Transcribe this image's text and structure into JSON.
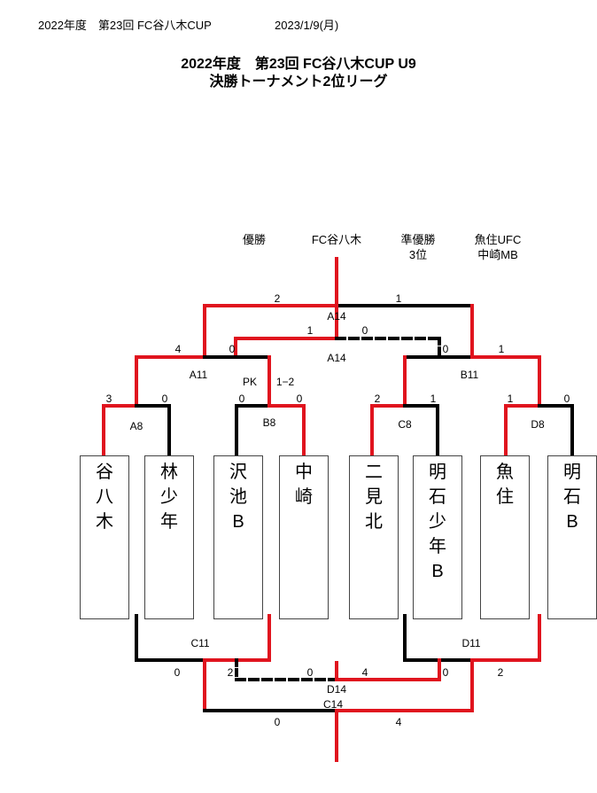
{
  "header": {
    "left": "2022年度　第23回 FC谷八木CUP",
    "date": "2023/1/9(月)"
  },
  "title": {
    "line1": "2022年度　第23回 FC谷八木CUP U9",
    "line2": "決勝トーナメント2位リーグ"
  },
  "results": {
    "winner_label": "優勝",
    "winner": "FC谷八木",
    "runner_label": "準優勝",
    "third_label": "3位",
    "runner": "魚住UFC",
    "third": "中崎MB"
  },
  "teams": [
    {
      "id": "t1",
      "chars": [
        "谷",
        "八",
        "木"
      ]
    },
    {
      "id": "t2",
      "chars": [
        "林",
        "少",
        "年"
      ]
    },
    {
      "id": "t3",
      "chars": [
        "沢",
        "池",
        "B"
      ]
    },
    {
      "id": "t4",
      "chars": [
        "中",
        "崎"
      ]
    },
    {
      "id": "t5",
      "chars": [
        "二",
        "見",
        "北"
      ]
    },
    {
      "id": "t6",
      "chars": [
        "明",
        "石",
        "少",
        "年",
        "B"
      ]
    },
    {
      "id": "t7",
      "chars": [
        "魚",
        "住"
      ]
    },
    {
      "id": "t8",
      "chars": [
        "明",
        "石",
        "B"
      ]
    }
  ],
  "matches": {
    "A14": "A14",
    "A14b": "A14",
    "A11": "A11",
    "B11": "B11",
    "A8": "A8",
    "B8": "B8",
    "C8": "C8",
    "D8": "D8",
    "C11": "C11",
    "D11": "D11",
    "D14": "D14",
    "C14": "C14"
  },
  "pk": {
    "label": "PK",
    "score": "1−2"
  },
  "scores": {
    "final_l": "2",
    "final_r": "1",
    "semi_l": "1",
    "semi_r": "0",
    "a11_l": "4",
    "a11_r": "0",
    "b11_l": "0",
    "b11_r": "1",
    "a8_l": "3",
    "a8_r": "0",
    "b8_l": "0",
    "b8_r": "0",
    "c8_l": "2",
    "c8_r": "1",
    "d8_l": "1",
    "d8_r": "0",
    "c11_l": "0",
    "c11_r": "2",
    "d14_l": "0",
    "d14_r": "4",
    "d11_l": "0",
    "d11_r": "2",
    "c14_l": "0",
    "c14_r": "4"
  },
  "colors": {
    "winner_line": "#e0141e",
    "line": "#000000"
  }
}
